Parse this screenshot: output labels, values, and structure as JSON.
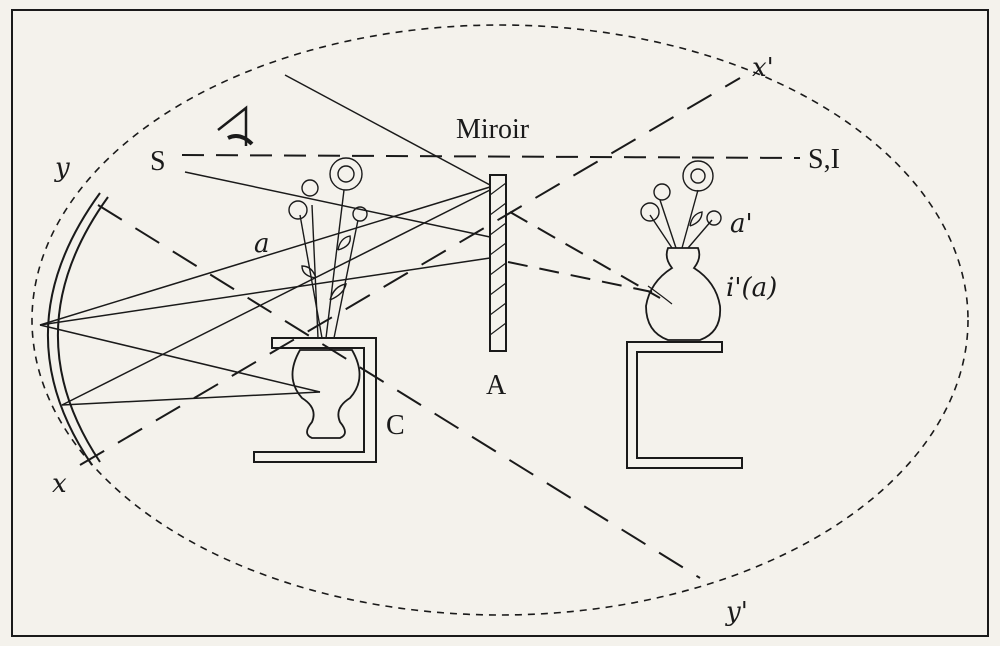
{
  "labels": {
    "miroir": "Miroir",
    "s": "S",
    "si": "S,I",
    "y": "y",
    "x": "x",
    "x_prime": "x'",
    "y_prime": "y'",
    "a": "a",
    "a_prime": "a'",
    "i_prime_a": "i'(a)",
    "A": "A",
    "C": "C"
  },
  "colors": {
    "paper": "#f4f2ec",
    "ink": "#1a1a1a"
  },
  "icons": [
    "eye-icon",
    "bouquet-icon",
    "vase-icon"
  ]
}
